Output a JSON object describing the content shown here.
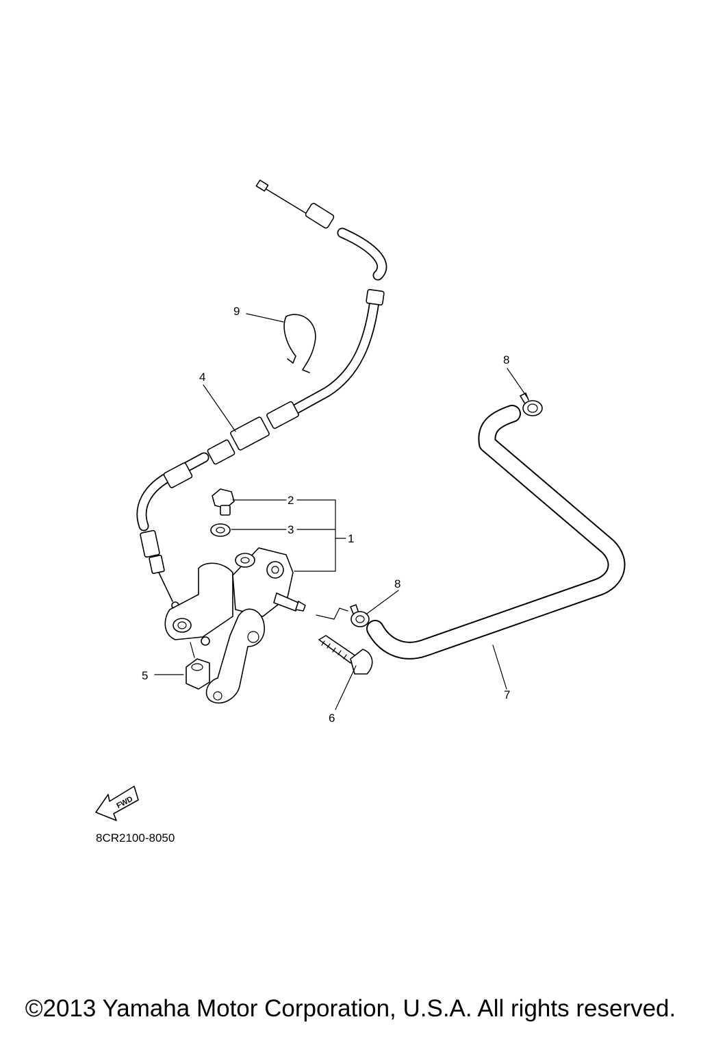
{
  "callouts": {
    "c1": "1",
    "c2": "2",
    "c3": "3",
    "c4": "4",
    "c5": "5",
    "c6": "6",
    "c7": "7",
    "c8_top": "8",
    "c8_mid": "8",
    "c9": "9"
  },
  "fwd_arrow": {
    "label": "FWD"
  },
  "diagram_code": "8CR2100-8050",
  "copyright": "©2013 Yamaha Motor Corporation, U.S.A. All rights reserved."
}
